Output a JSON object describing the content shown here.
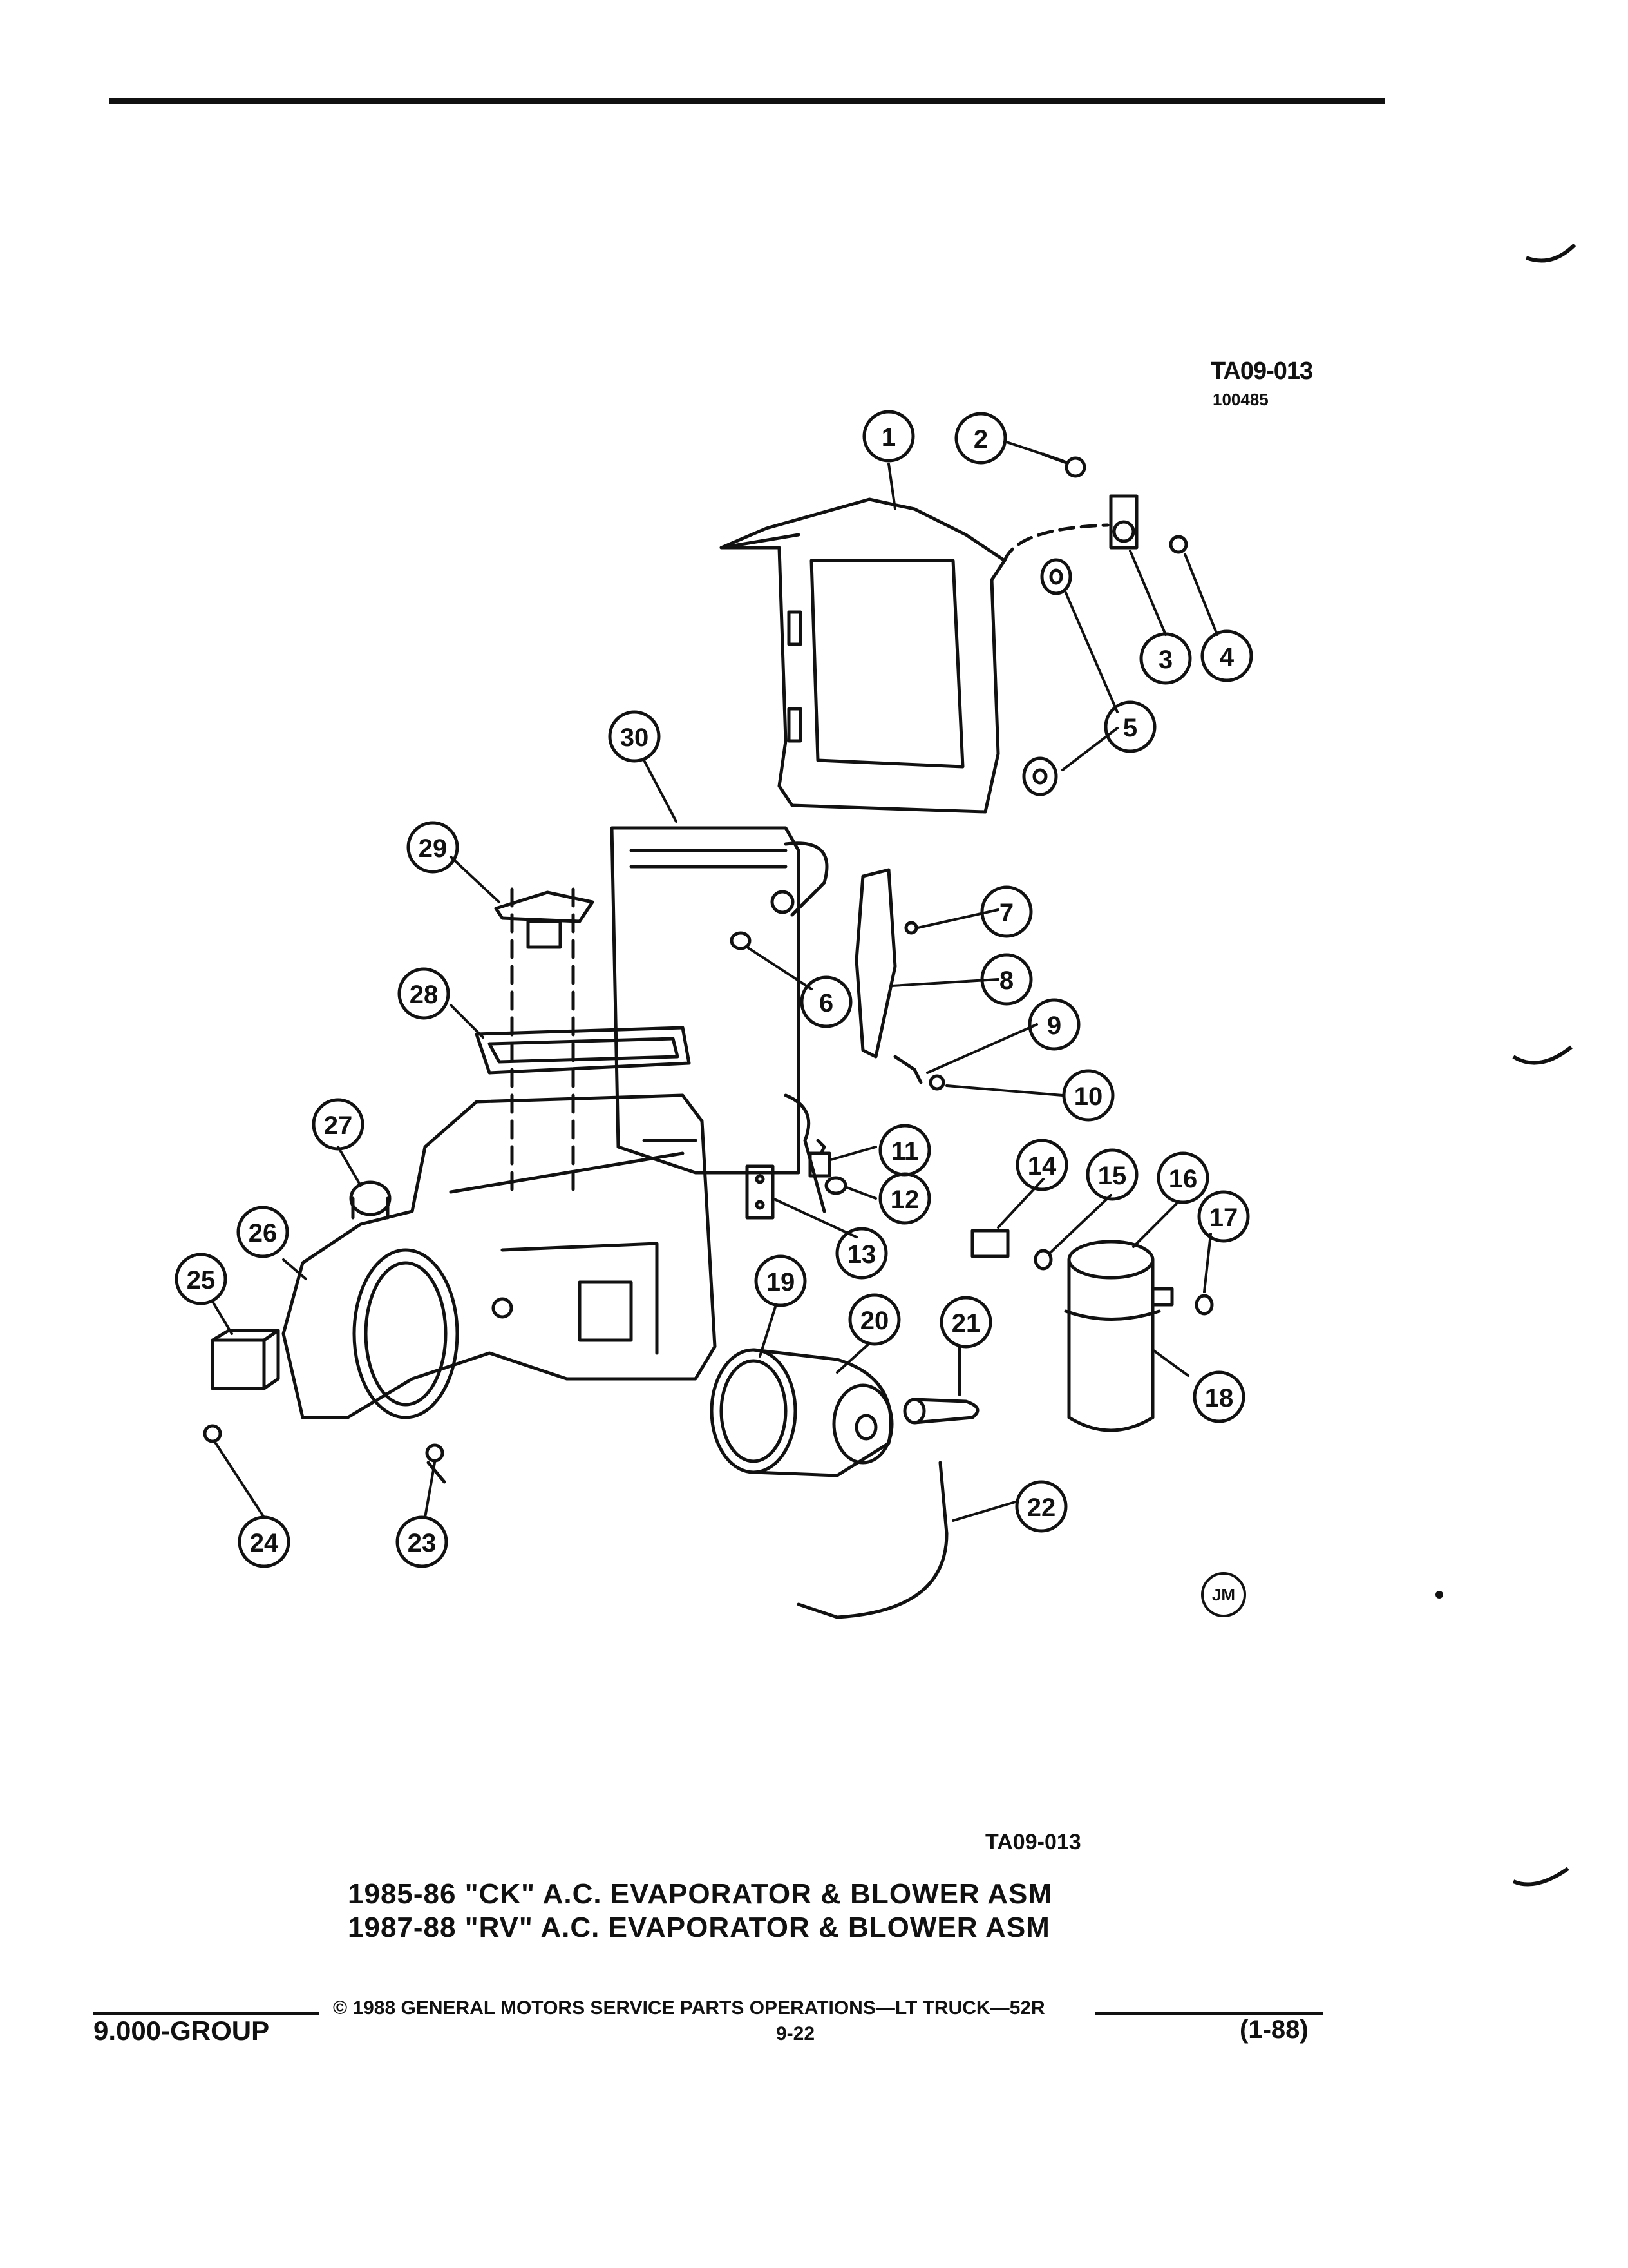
{
  "header": {
    "figure_code": "TA09-013",
    "figure_number": "100485"
  },
  "callouts": [
    "1",
    "2",
    "3",
    "4",
    "5",
    "6",
    "7",
    "8",
    "9",
    "10",
    "11",
    "12",
    "13",
    "14",
    "15",
    "16",
    "17",
    "18",
    "19",
    "20",
    "21",
    "22",
    "23",
    "24",
    "25",
    "26",
    "27",
    "28",
    "29",
    "30"
  ],
  "artist_mark": "JM",
  "figure_code_bottom": "TA09-013",
  "caption": {
    "line1": "1985-86 \"CK\" A.C. EVAPORATOR & BLOWER ASM",
    "line2": "1987-88 \"RV\" A.C. EVAPORATOR & BLOWER ASM"
  },
  "footer": {
    "copyright": "© 1988 GENERAL MOTORS SERVICE PARTS OPERATIONS—LT TRUCK—52R",
    "page": "9-22",
    "group": "9.000-GROUP",
    "date_code": "(1-88)"
  }
}
